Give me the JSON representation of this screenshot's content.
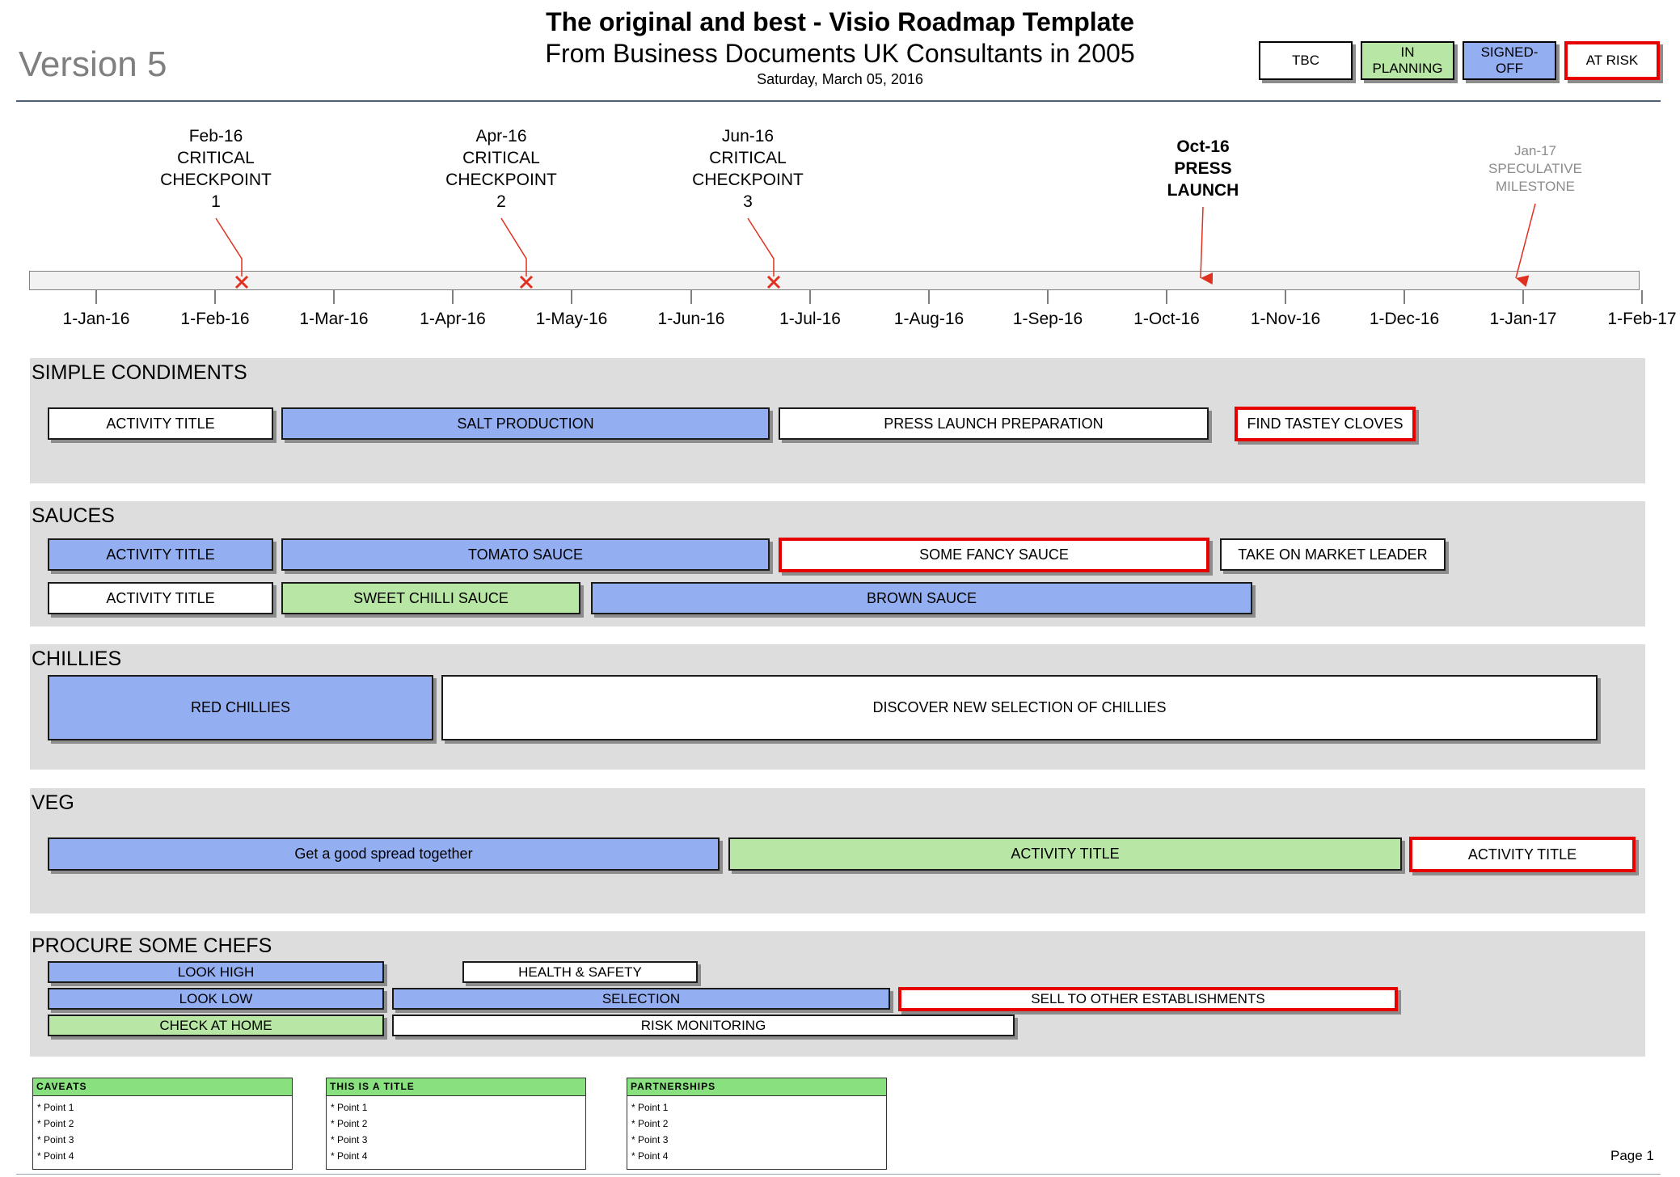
{
  "header": {
    "version": "Version 5",
    "title": "The original and best - Visio Roadmap Template",
    "subtitle": "From Business Documents UK Consultants in 2005",
    "date": "Saturday, March 05, 2016"
  },
  "legend": [
    {
      "label": "TBC",
      "status": "tbc"
    },
    {
      "label": "IN\nPLANNING",
      "status": "plan"
    },
    {
      "label": "SIGNED-\nOFF",
      "status": "signed"
    },
    {
      "label": "AT RISK",
      "status": "risk"
    }
  ],
  "timeline": {
    "ticks": [
      "1-Jan-16",
      "1-Feb-16",
      "1-Mar-16",
      "1-Apr-16",
      "1-May-16",
      "1-Jun-16",
      "1-Jul-16",
      "1-Aug-16",
      "1-Sep-16",
      "1-Oct-16",
      "1-Nov-16",
      "1-Dec-16",
      "1-Jan-17",
      "1-Feb-17"
    ],
    "milestones": [
      {
        "label": "Feb-16\nCRITICAL\nCHECKPOINT\n1",
        "marker": "cross",
        "style": "normal"
      },
      {
        "label": "Apr-16\nCRITICAL\nCHECKPOINT\n2",
        "marker": "cross",
        "style": "normal"
      },
      {
        "label": "Jun-16\nCRITICAL\nCHECKPOINT\n3",
        "marker": "cross",
        "style": "normal"
      },
      {
        "label": "Oct-16\nPRESS\nLAUNCH",
        "marker": "arrow",
        "style": "bold"
      },
      {
        "label": "Jan-17\nSPECULATIVE\nMILESTONE",
        "marker": "arrow",
        "style": "speculative"
      }
    ]
  },
  "lanes": [
    {
      "title": "SIMPLE CONDIMENTS",
      "activities": [
        {
          "label": "ACTIVITY TITLE",
          "status": "tbc"
        },
        {
          "label": "SALT PRODUCTION",
          "status": "signed"
        },
        {
          "label": "PRESS LAUNCH PREPARATION",
          "status": "tbc"
        },
        {
          "label": "FIND TASTEY CLOVES",
          "status": "risk"
        }
      ]
    },
    {
      "title": "SAUCES",
      "activities": [
        {
          "label": "ACTIVITY TITLE",
          "status": "signed"
        },
        {
          "label": "TOMATO SAUCE",
          "status": "signed"
        },
        {
          "label": "SOME FANCY SAUCE",
          "status": "risk"
        },
        {
          "label": "TAKE ON MARKET LEADER",
          "status": "tbc"
        },
        {
          "label": "ACTIVITY TITLE",
          "status": "tbc"
        },
        {
          "label": "SWEET CHILLI SAUCE",
          "status": "plan"
        },
        {
          "label": "BROWN SAUCE",
          "status": "signed"
        }
      ]
    },
    {
      "title": "CHILLIES",
      "activities": [
        {
          "label": "RED CHILLIES",
          "status": "signed"
        },
        {
          "label": "DISCOVER NEW SELECTION OF CHILLIES",
          "status": "tbc"
        }
      ]
    },
    {
      "title": "VEG",
      "activities": [
        {
          "label": "Get a good spread together",
          "status": "signed"
        },
        {
          "label": "ACTIVITY TITLE",
          "status": "plan"
        },
        {
          "label": "ACTIVITY TITLE",
          "status": "risk"
        }
      ]
    },
    {
      "title": "PROCURE SOME CHEFS",
      "activities": [
        {
          "label": "LOOK HIGH",
          "status": "signed"
        },
        {
          "label": "HEALTH & SAFETY",
          "status": "tbc"
        },
        {
          "label": "LOOK LOW",
          "status": "signed"
        },
        {
          "label": "SELECTION",
          "status": "signed"
        },
        {
          "label": "SELL TO OTHER ESTABLISHMENTS",
          "status": "risk"
        },
        {
          "label": "CHECK AT HOME",
          "status": "plan"
        },
        {
          "label": "RISK MONITORING",
          "status": "tbc"
        }
      ]
    }
  ],
  "notes": [
    {
      "title": "CAVEATS",
      "points": [
        "* Point 1",
        "* Point 2",
        "* Point 3",
        "* Point 4"
      ]
    },
    {
      "title": "THIS IS A TITLE",
      "points": [
        "* Point 1",
        "* Point 2",
        "* Point 3",
        "* Point 4"
      ]
    },
    {
      "title": "PARTNERSHIPS",
      "points": [
        "* Point 1",
        "* Point 2",
        "* Point 3",
        "* Point 4"
      ]
    }
  ],
  "footer": {
    "page": "Page 1"
  },
  "colors": {
    "tbc": "#ffffff",
    "plan": "#b8e6a4",
    "signed": "#94aef2",
    "risk": "#e60000",
    "lane": "#dddddd",
    "note_header": "#88e07e"
  }
}
